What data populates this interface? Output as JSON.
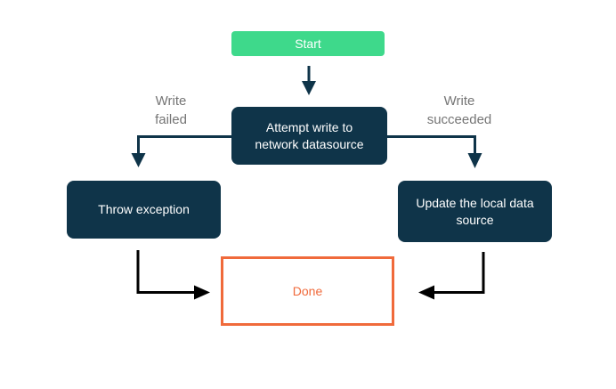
{
  "diagram": {
    "nodes": {
      "start": {
        "label": "Start"
      },
      "attempt_write": {
        "label": "Attempt write to network datasource"
      },
      "throw_exception": {
        "label": "Throw exception"
      },
      "update_local": {
        "label": "Update the local data source"
      },
      "done": {
        "label": "Done"
      }
    },
    "edge_labels": {
      "write_failed": "Write failed",
      "write_succeeded": "Write succeeded"
    },
    "colors": {
      "start_fill": "#3ed98b",
      "process_fill": "#0f3449",
      "process_text": "#ffffff",
      "done_border": "#f06a3b",
      "done_text": "#f06a3b",
      "edge_label_text": "#757575",
      "branch_arrow": "#0f3449",
      "merge_arrow": "#000000",
      "background": "#ffffff"
    }
  }
}
